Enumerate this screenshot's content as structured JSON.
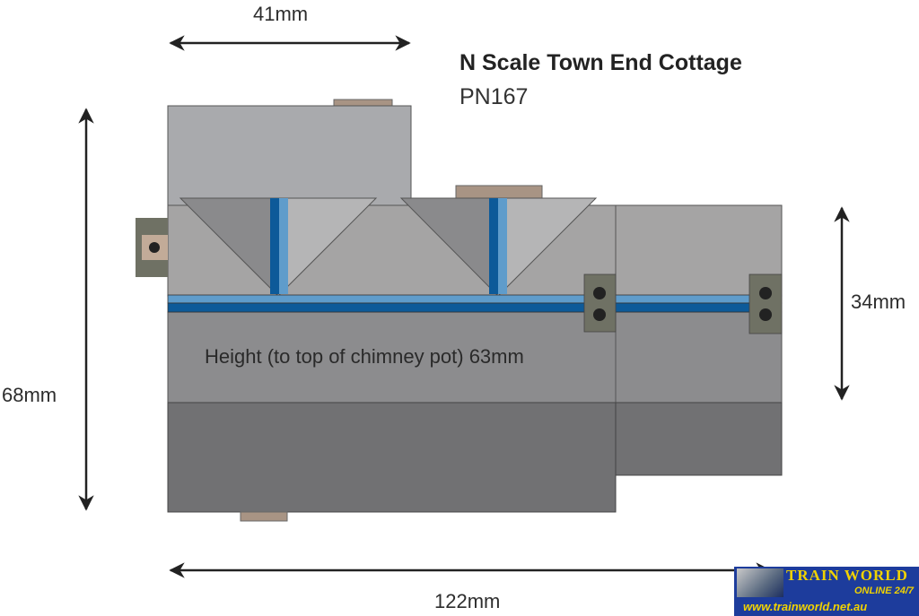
{
  "title": "N Scale Town End Cottage",
  "part_number": "PN167",
  "dimensions": {
    "width_top": "41mm",
    "total_height": "68mm",
    "right_height": "34mm",
    "total_width": "122mm",
    "chimney_height_note": "Height (to top of chimney pot) 63mm"
  },
  "logo": {
    "brand": "TRAIN WORLD",
    "tagline": "ONLINE 24/7",
    "url": "www.trainworld.net.au"
  },
  "colors": {
    "blue_dark": "#0d5a99",
    "blue_light": "#5f9ccb",
    "chimney": "#a89484"
  }
}
